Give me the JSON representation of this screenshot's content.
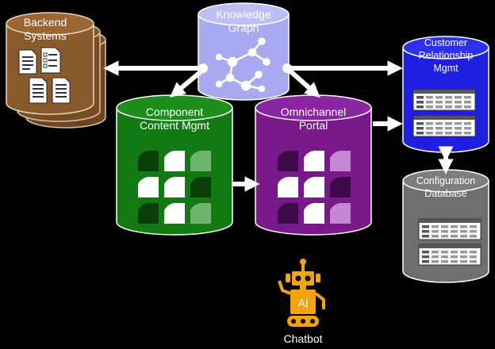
{
  "nodes": {
    "backend_systems": {
      "line1": "Backend",
      "line2": "Systems",
      "color": "#8B5A2B"
    },
    "knowledge_graph": {
      "line1": "Knowledge",
      "line2": "Graph",
      "color": "#A9A9F0"
    },
    "customer_relationship": {
      "line1": "Customer",
      "line2": "Relationship",
      "line3": "Mgmt",
      "color": "#1F1FE0"
    },
    "component_content": {
      "line1": "Component",
      "line2": "Content Mgmt",
      "color": "#137A13"
    },
    "omnichannel_portal": {
      "line1": "Omnichannel",
      "line2": "Portal",
      "color": "#7A1A8A"
    },
    "configuration_database": {
      "line1": "Configuration",
      "line2": "Database",
      "color": "#6E6E6E"
    },
    "chatbot": {
      "label": "Chatbot",
      "badge": "AI",
      "color": "#F2A30F"
    }
  },
  "icons": [
    "document-icon",
    "network-graph-icon",
    "content-tiles-icon",
    "data-table-icon",
    "robot-icon"
  ]
}
